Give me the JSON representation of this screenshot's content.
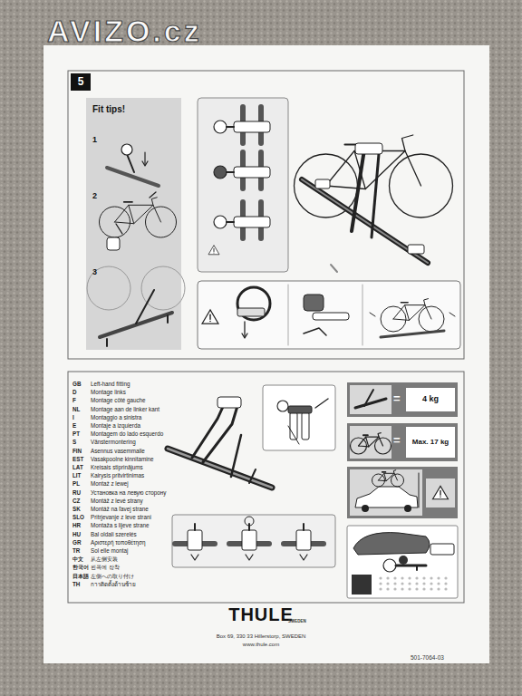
{
  "diagram": {
    "nodes": [
      {
        "text": [
          "5"
        ]
      },
      {
        "text": [
          "Fit tips!"
        ]
      },
      {
        "text": [
          "4 kg"
        ]
      },
      {
        "text": [
          "Max. 17 kg"
        ]
      }
    ],
    "labels": [
      "AVIZO.cz",
      "1",
      "2",
      "3",
      "GB",
      "Left-hand fitting",
      "D",
      "Montage links",
      "F",
      "Montage côté gauche",
      "NL",
      "Montage aan de linker kant",
      "I",
      "Montaggio a sinistra",
      "E",
      "Montaje a izquierda",
      "PT",
      "Montagem do lado esquerdo",
      "S",
      "Vänstermontering",
      "FIN",
      "Asennus vasemmalle",
      "EST",
      "Vasakpoolne kinnitamine",
      "LAT",
      "Kreisais stiprinājums",
      "LIT",
      "Kairysis pritvirtinimas",
      "PL",
      "Montaż z lewej",
      "RU",
      "Установка на левую сторону",
      "CZ",
      "Montáž z levé strany",
      "SK",
      "Montáž na ľavej strane",
      "SLO",
      "Pritrjevanje z leve strani",
      "HR",
      "Montaža s lijeve strane",
      "HU",
      "Bal oldali szerelés",
      "GR",
      "Αριστερή τοποθέτηση",
      "TR",
      "Sol elle montaj",
      "中文",
      "从左侧安装",
      "한국어",
      "왼쪽에 장착",
      "日本語",
      "左側への取り付け",
      "TH",
      "การติดตั้งด้านซ้าย",
      "=",
      "=",
      "THULE",
      "SWEDEN",
      "Box 69, 330 33 Hillerstorp, SWEDEN",
      "www.thule.com",
      "501-7064-03"
    ]
  }
}
